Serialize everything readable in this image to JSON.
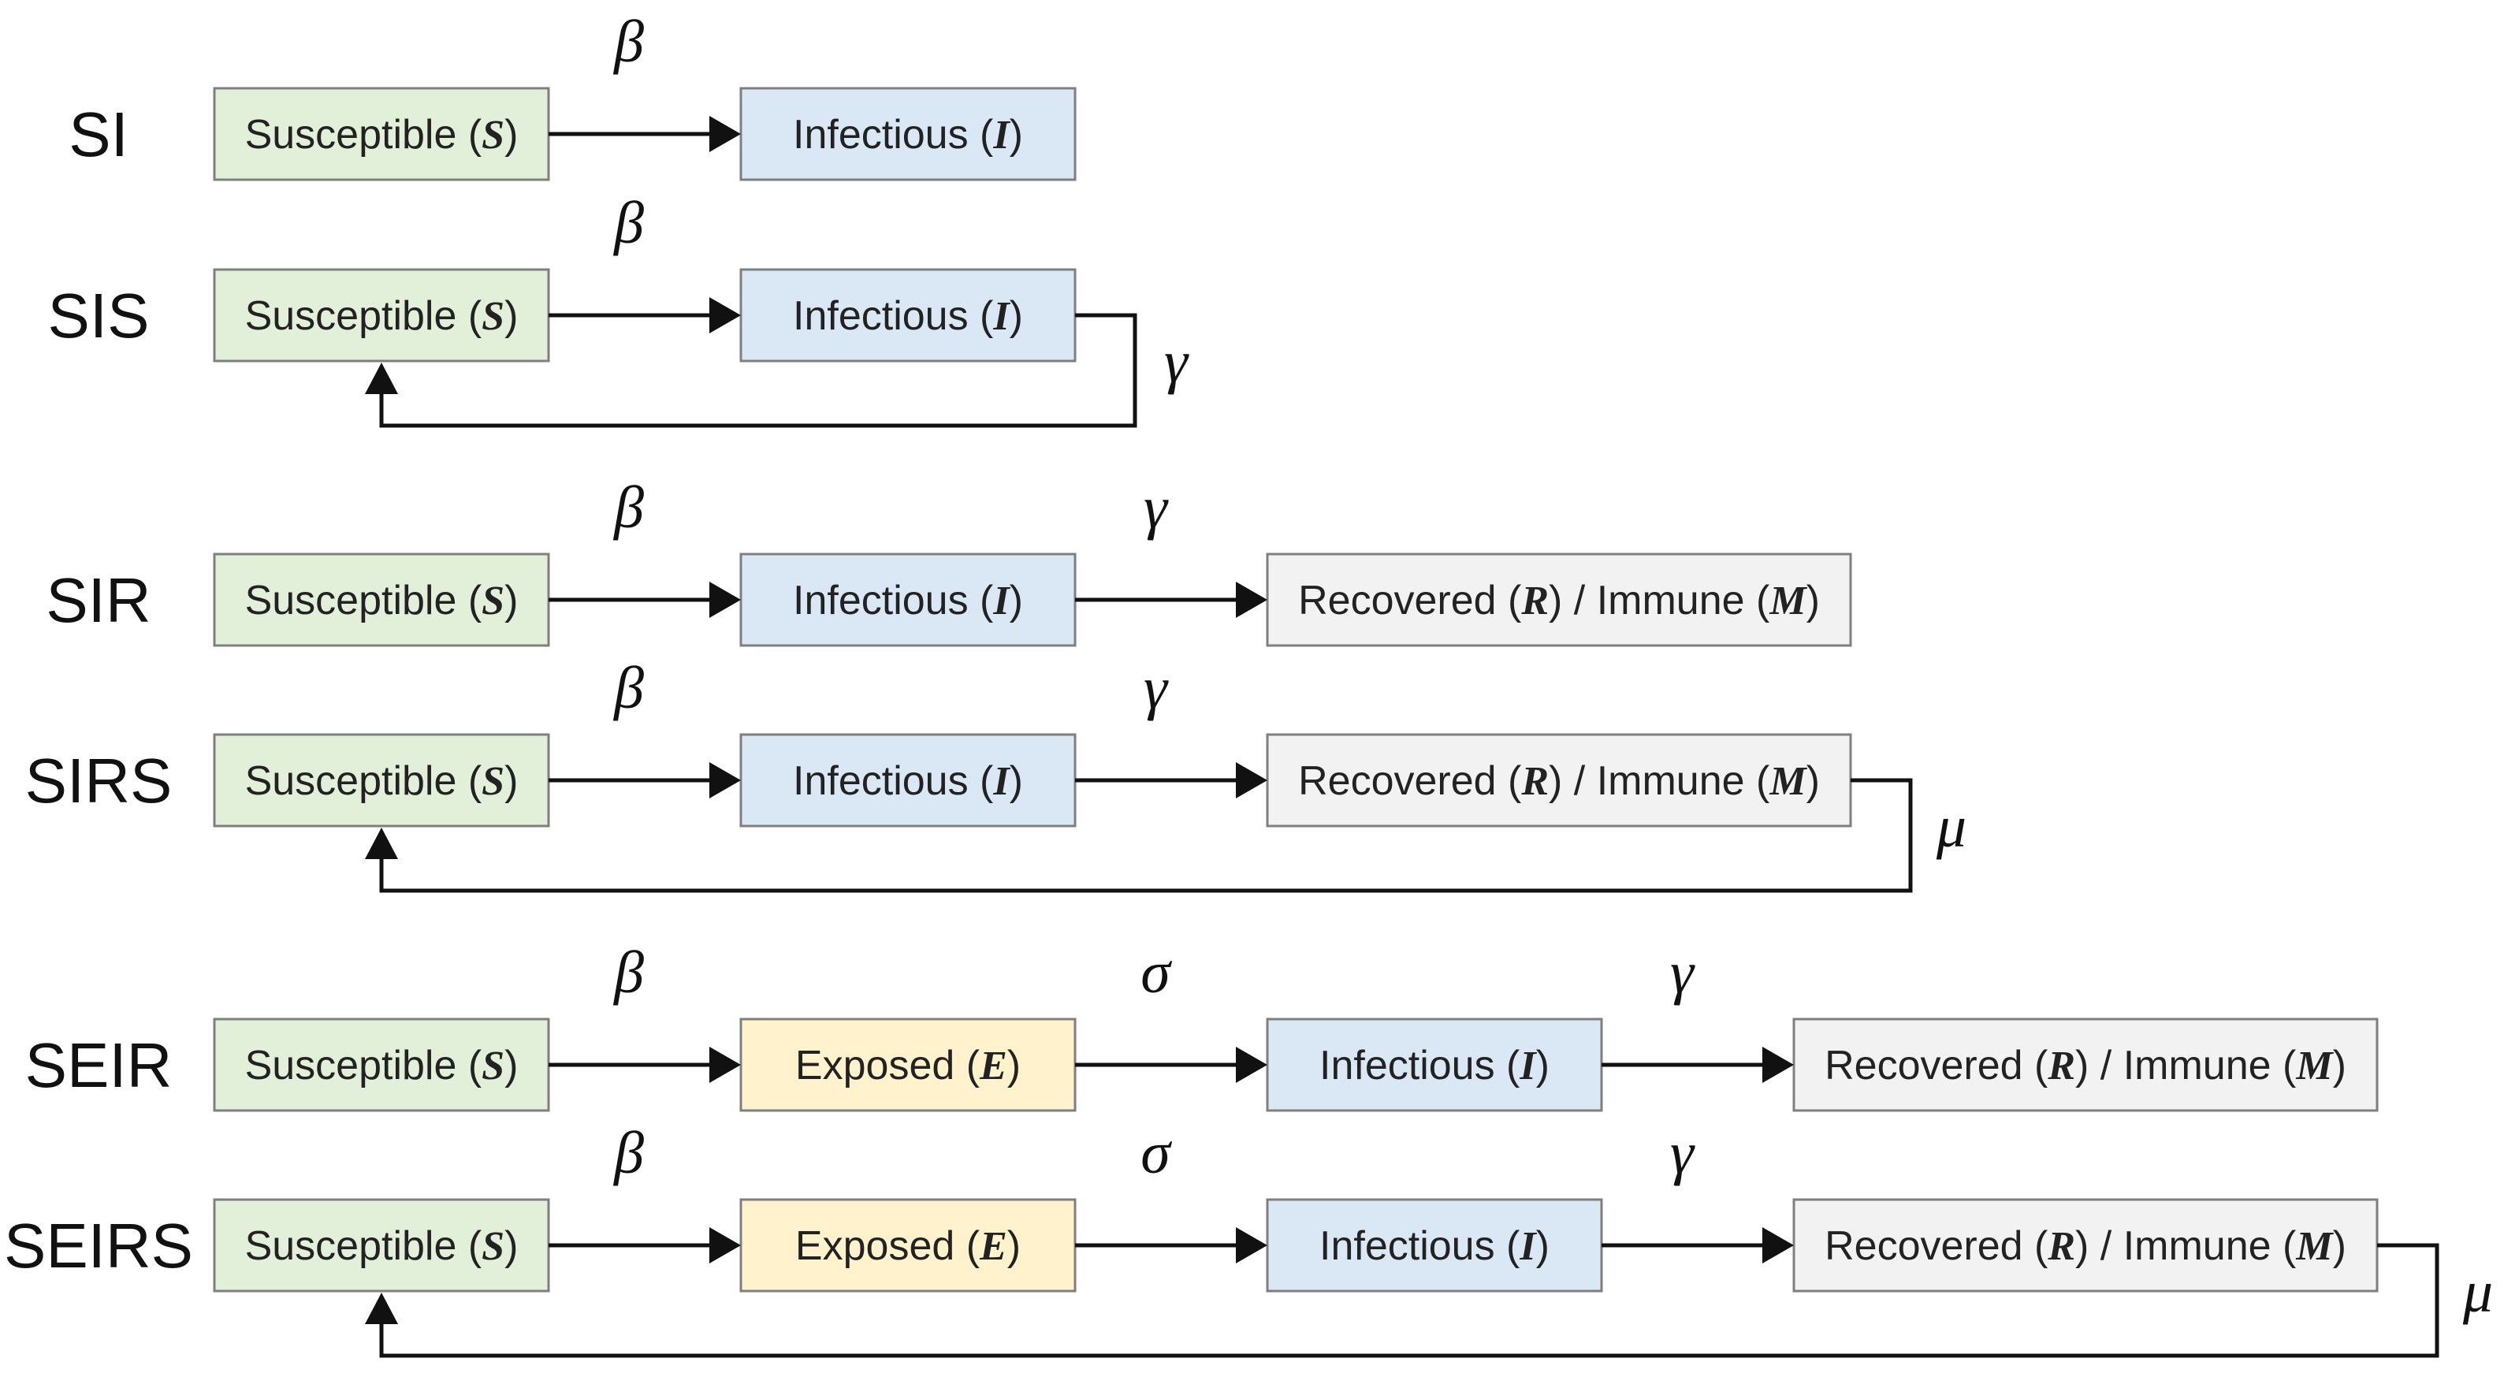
{
  "colors": {
    "susceptible": "#e2f0d9",
    "infectious": "#dae8f5",
    "recovered": "#f2f2f2",
    "exposed": "#fff2cc",
    "border": "#7f7f7f",
    "line": "#111111"
  },
  "boxes": {
    "susceptible": {
      "name": "Susceptible",
      "var": "S"
    },
    "infectious": {
      "name": "Infectious",
      "var": "I"
    },
    "exposed": {
      "name": "Exposed",
      "var": "E"
    },
    "recovered": {
      "name": "Recovered",
      "var": "R",
      "name2": "Immune",
      "var2": "M"
    }
  },
  "rates": {
    "beta": "β",
    "gamma": "γ",
    "sigma": "σ",
    "mu": "μ"
  },
  "models": [
    {
      "label": "SI",
      "chain": [
        "susceptible",
        "infectious"
      ],
      "rates": [
        "beta"
      ],
      "feedback": null
    },
    {
      "label": "SIS",
      "chain": [
        "susceptible",
        "infectious"
      ],
      "rates": [
        "beta"
      ],
      "feedback": "gamma"
    },
    {
      "label": "SIR",
      "chain": [
        "susceptible",
        "infectious",
        "recovered"
      ],
      "rates": [
        "beta",
        "gamma"
      ],
      "feedback": null
    },
    {
      "label": "SIRS",
      "chain": [
        "susceptible",
        "infectious",
        "recovered"
      ],
      "rates": [
        "beta",
        "gamma"
      ],
      "feedback": "mu"
    },
    {
      "label": "SEIR",
      "chain": [
        "susceptible",
        "exposed",
        "infectious",
        "recovered"
      ],
      "rates": [
        "beta",
        "sigma",
        "gamma"
      ],
      "feedback": null
    },
    {
      "label": "SEIRS",
      "chain": [
        "susceptible",
        "exposed",
        "infectious",
        "recovered"
      ],
      "rates": [
        "beta",
        "sigma",
        "gamma"
      ],
      "feedback": "mu"
    }
  ]
}
